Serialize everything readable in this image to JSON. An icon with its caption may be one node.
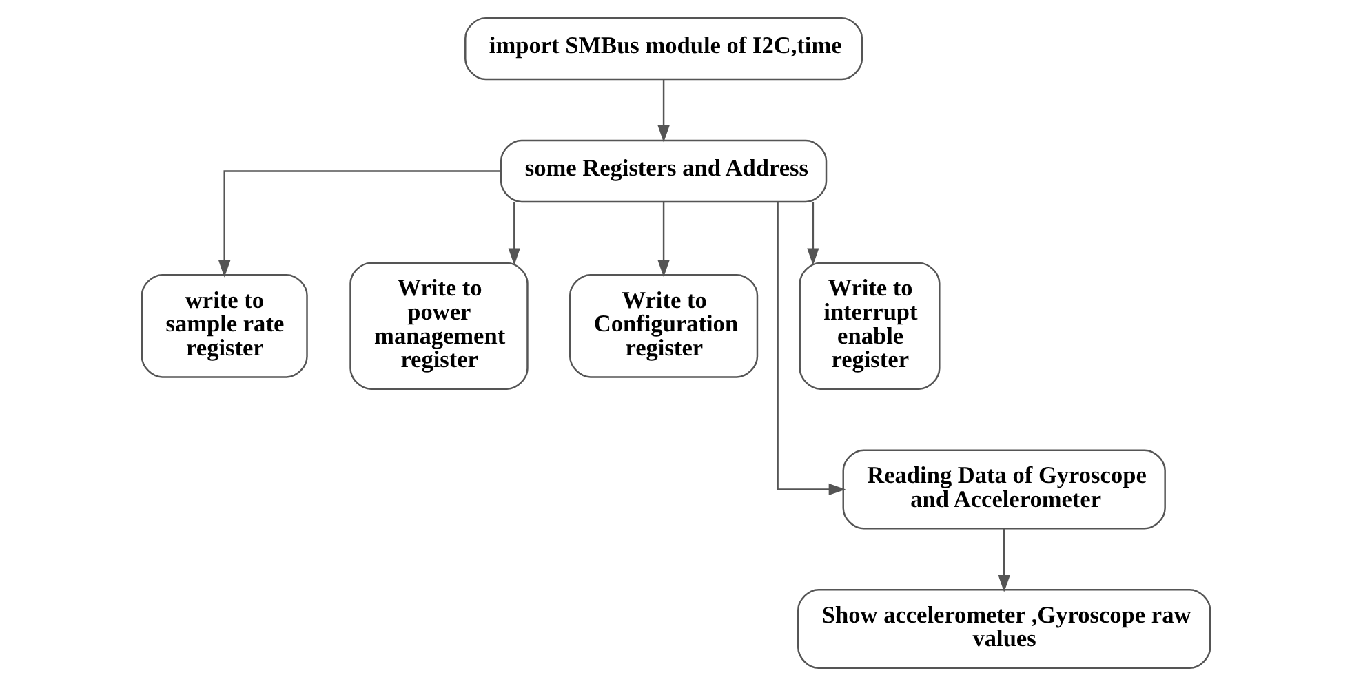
{
  "diagram": {
    "nodes": [
      {
        "text": [
          "import SMBus module of I2C,time"
        ]
      },
      {
        "text": [
          "some Registers and Address"
        ]
      },
      {
        "text": [
          "write to sample rate register"
        ]
      },
      {
        "text": [
          "Write to power management register"
        ]
      },
      {
        "text": [
          "Write to Configuration register"
        ]
      },
      {
        "text": [
          "Write to interrupt enable register"
        ]
      },
      {
        "text": [
          "Reading Data of Gyroscope and Accelerometer"
        ]
      },
      {
        "text": [
          "Show accelerometer ,Gyroscope raw values"
        ]
      }
    ],
    "edges": [
      {
        "from": 0,
        "to": 1,
        "arrow": "to"
      },
      {
        "from": 1,
        "to": 2,
        "arrow": "to"
      },
      {
        "from": 1,
        "to": 3,
        "arrow": "to"
      },
      {
        "from": 1,
        "to": 4,
        "arrow": "to"
      },
      {
        "from": 1,
        "to": 5,
        "arrow": "to"
      },
      {
        "from": 1,
        "to": 6,
        "arrow": "to"
      },
      {
        "from": 6,
        "to": 7,
        "arrow": "to"
      }
    ]
  }
}
